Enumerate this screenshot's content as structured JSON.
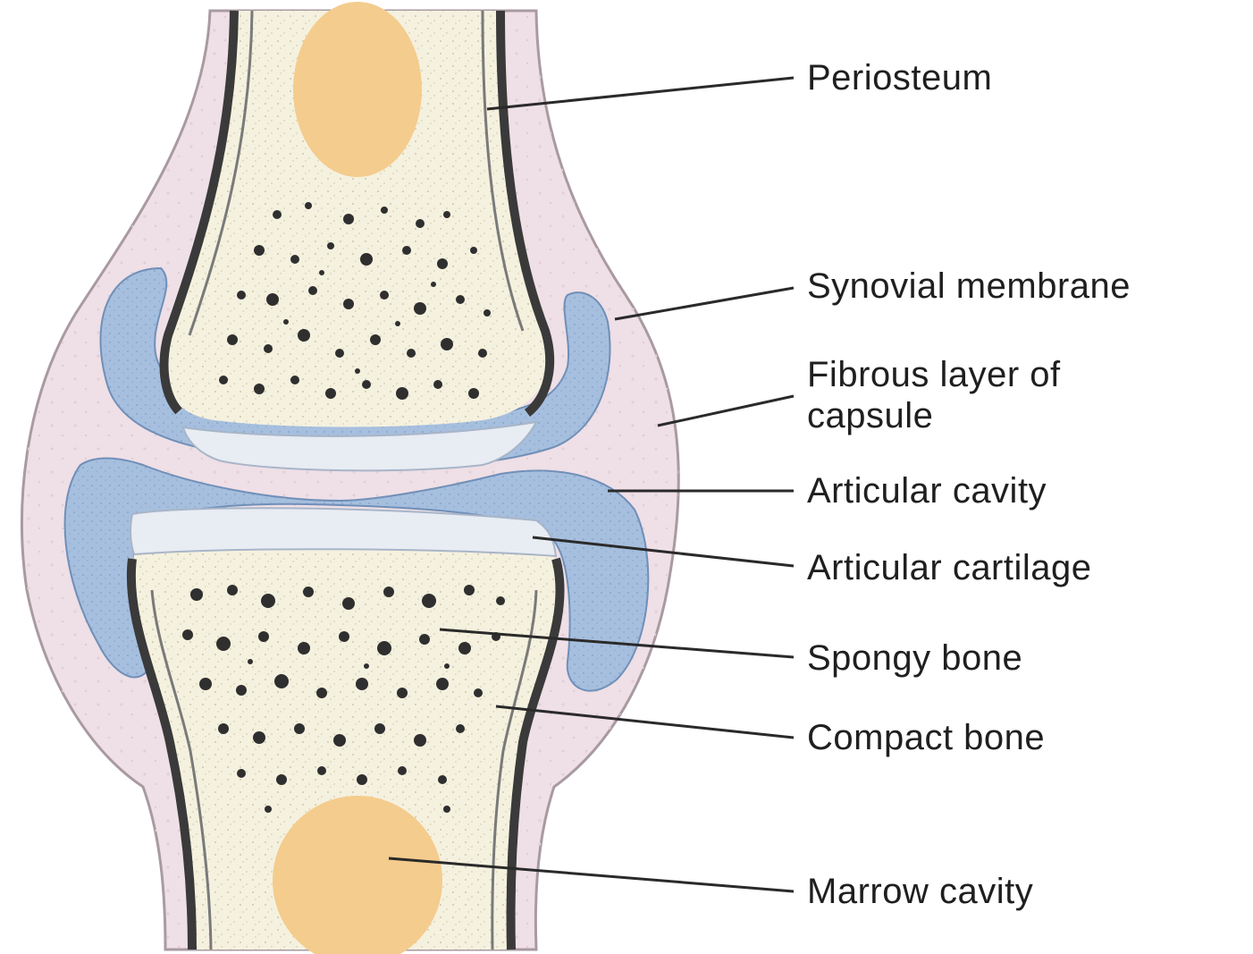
{
  "labels": {
    "periosteum": "Periosteum",
    "synovial_membrane": "Synovial membrane",
    "fibrous_layer_line1": "Fibrous layer of",
    "fibrous_layer_line2": "capsule",
    "articular_cavity": "Articular cavity",
    "articular_cartilage": "Articular cartilage",
    "spongy_bone": "Spongy bone",
    "compact_bone": "Compact bone",
    "marrow_cavity": "Marrow cavity"
  },
  "colors": {
    "capsule": "#efdfe6",
    "capsule_edge": "#a99aa2",
    "bone_tissue": "#f5f1df",
    "marrow": "#f4cc8d",
    "synovial": "#a6bfde",
    "cartilage": "#e8ecf3",
    "compact_bone_band": "#3a3a3a",
    "leader_line": "#2a2a2a"
  }
}
